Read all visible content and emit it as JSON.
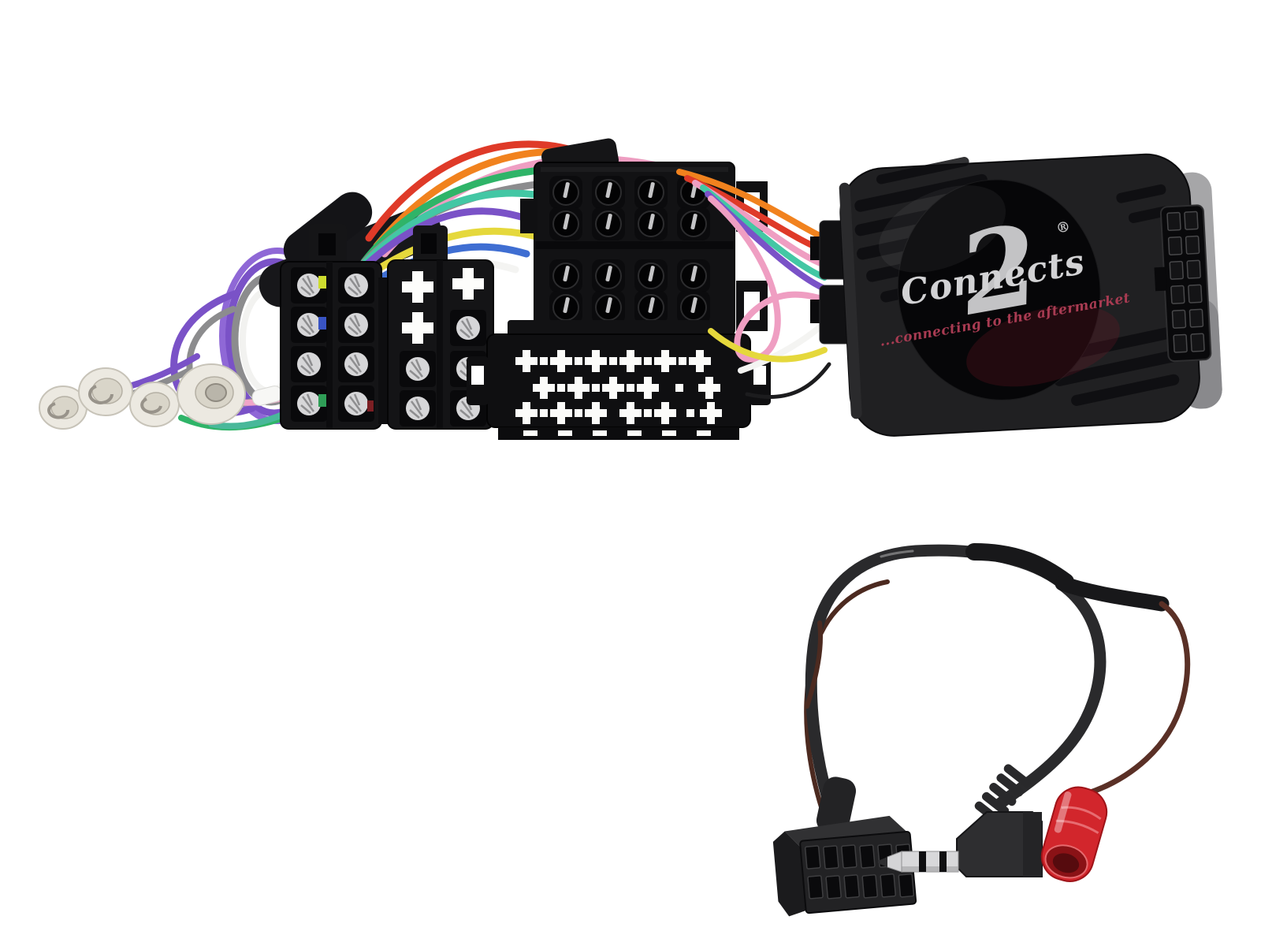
{
  "brand": {
    "script": "Connects",
    "numeral": "2",
    "registered": "®",
    "tagline": "...connecting to the aftermarket"
  },
  "colors": {
    "background": "#ffffff",
    "box_body": "#202022",
    "box_edge": "#a6a6a8",
    "gloss": "#060608",
    "logo_silver": "#c3c3c5",
    "logo_script": "#d2d2d4",
    "tagline": "#a83b52",
    "cable_black": "#2a2a2c",
    "tape_black": "#18181a",
    "wire_brown": "#5a3026",
    "wire_brown_dark": "#4c2a20",
    "terminal_red": "#d2262c",
    "terminal_red_deep": "#8a1216",
    "connector_black": "#141416",
    "connector_black_low": "#0f0f11",
    "pin_silver": "#d6d6d8",
    "pin_white": "#fbfbf9",
    "bullet_shell": "#ece9e1",
    "bullet_inner": "#d9d5c9",
    "jack_body": "#2e2e30",
    "jack_shaft": "#d8d8da"
  },
  "wire_loom": [
    "#df3a28",
    "#f1821e",
    "#ef9ec2",
    "#2fb468",
    "#8c8c8e",
    "#43c7a4",
    "#7a52c7",
    "#e5d83c",
    "#3f6ed2",
    "#f4f4f2"
  ],
  "coil_wires": [
    "#7a52c7",
    "#8f68d6",
    "#8c8c8e",
    "#f2f2f0",
    "#2fb468",
    "#49b89a",
    "#f0a6c8"
  ],
  "box_wires": [
    "#f1821e",
    "#df3a28",
    "#ef9ec2",
    "#43c7a4",
    "#7a52c7",
    "#ef9ec2",
    "#f4f4f2",
    "#e5d83c",
    "#1c1c1e"
  ],
  "components": {
    "bullet_terminals": "4 clear crimp bullet terminals",
    "iso_connectors": "2 black ISO male connector blocks",
    "quadlock_connector": "16-way black connector block",
    "pin_header_connector": "low profile multi-pin connector",
    "interface_box": "steering wheel control interface module",
    "box_socket": "12-way side socket",
    "patch_lead": "patch lead with 12-pin plug, 3.5mm right-angle jack and red bullet terminal"
  }
}
